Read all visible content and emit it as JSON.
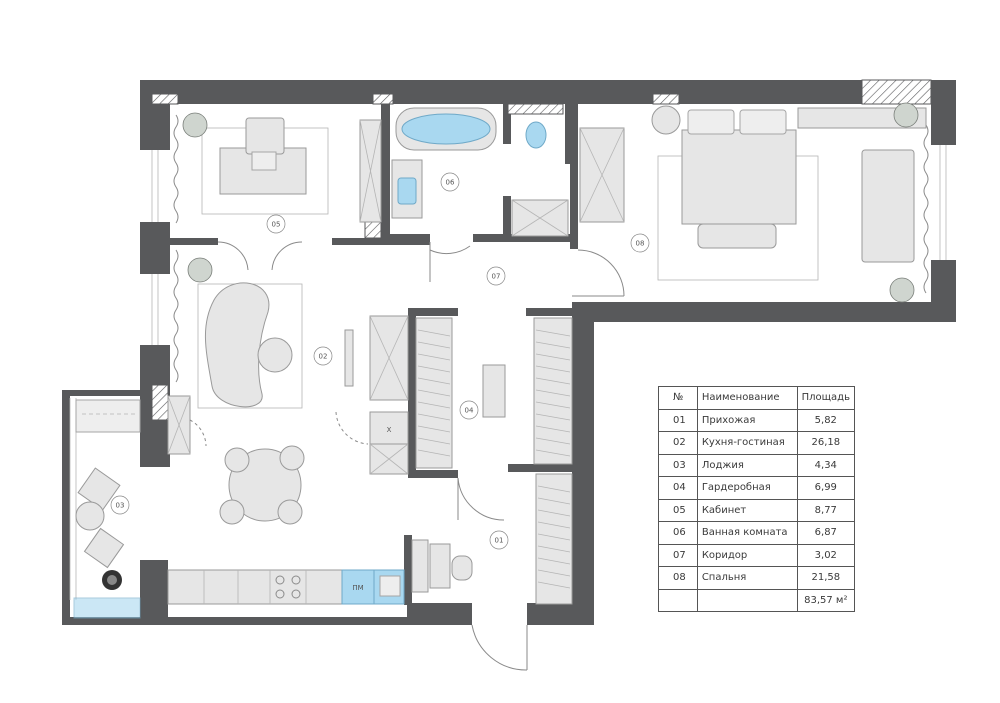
{
  "rooms": [
    {
      "num": "01"
    },
    {
      "num": "02"
    },
    {
      "num": "03"
    },
    {
      "num": "04"
    },
    {
      "num": "05"
    },
    {
      "num": "06"
    },
    {
      "num": "07"
    },
    {
      "num": "08"
    }
  ],
  "fixtures": {
    "pm_label": "ПМ",
    "x_label": "Х"
  },
  "legend": {
    "header": {
      "num": "№",
      "name": "Наименование",
      "area": "Площадь"
    },
    "rows": [
      {
        "num": "01",
        "name": "Прихожая",
        "area": "5,82"
      },
      {
        "num": "02",
        "name": "Кухня-гостиная",
        "area": "26,18"
      },
      {
        "num": "03",
        "name": "Лоджия",
        "area": "4,34"
      },
      {
        "num": "04",
        "name": "Гардеробная",
        "area": "6,99"
      },
      {
        "num": "05",
        "name": "Кабинет",
        "area": "8,77"
      },
      {
        "num": "06",
        "name": "Ванная комната",
        "area": "6,87"
      },
      {
        "num": "07",
        "name": "Коридор",
        "area": "3,02"
      },
      {
        "num": "08",
        "name": "Спальня",
        "area": "21,58"
      }
    ],
    "total": "83,57 м²"
  },
  "colors": {
    "wall": "#58595b",
    "furniture": "#e6e6e6",
    "plumbing": "#a9d8f0"
  }
}
